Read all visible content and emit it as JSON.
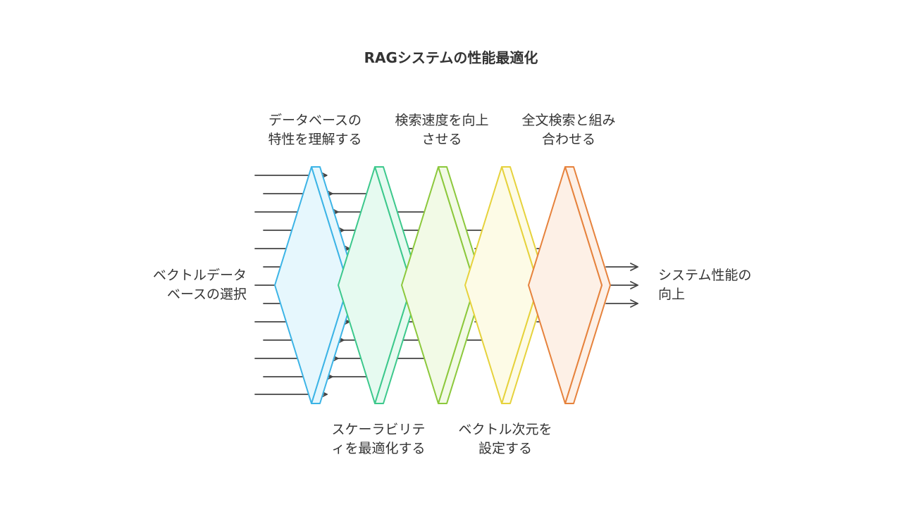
{
  "title": "RAGシステムの性能最適化",
  "input_label": {
    "line1": "ベクトルデータ",
    "line2": "ベースの選択"
  },
  "output_label": {
    "line1": "システム性能の",
    "line2": "向上"
  },
  "steps": [
    {
      "line1": "データベースの",
      "line2": "特性を理解する",
      "color": "#3CB4E6",
      "fill": "#E6F7FD",
      "position": "top"
    },
    {
      "line1": "スケーラビリテ",
      "line2": "ィを最適化する",
      "color": "#3CC88C",
      "fill": "#E6FAF0",
      "position": "bottom"
    },
    {
      "line1": "検索速度を向上",
      "line2": "させる",
      "color": "#8CC83C",
      "fill": "#F2FAE6",
      "position": "top"
    },
    {
      "line1": "ベクトル次元を",
      "line2": "設定する",
      "color": "#E6D23C",
      "fill": "#FDFBE6",
      "position": "bottom"
    },
    {
      "line1": "全文検索と組み",
      "line2": "合わせる",
      "color": "#E6823C",
      "fill": "#FDF0E6",
      "position": "top"
    }
  ],
  "colors": {
    "arrow": "#444444",
    "text": "#333333"
  }
}
